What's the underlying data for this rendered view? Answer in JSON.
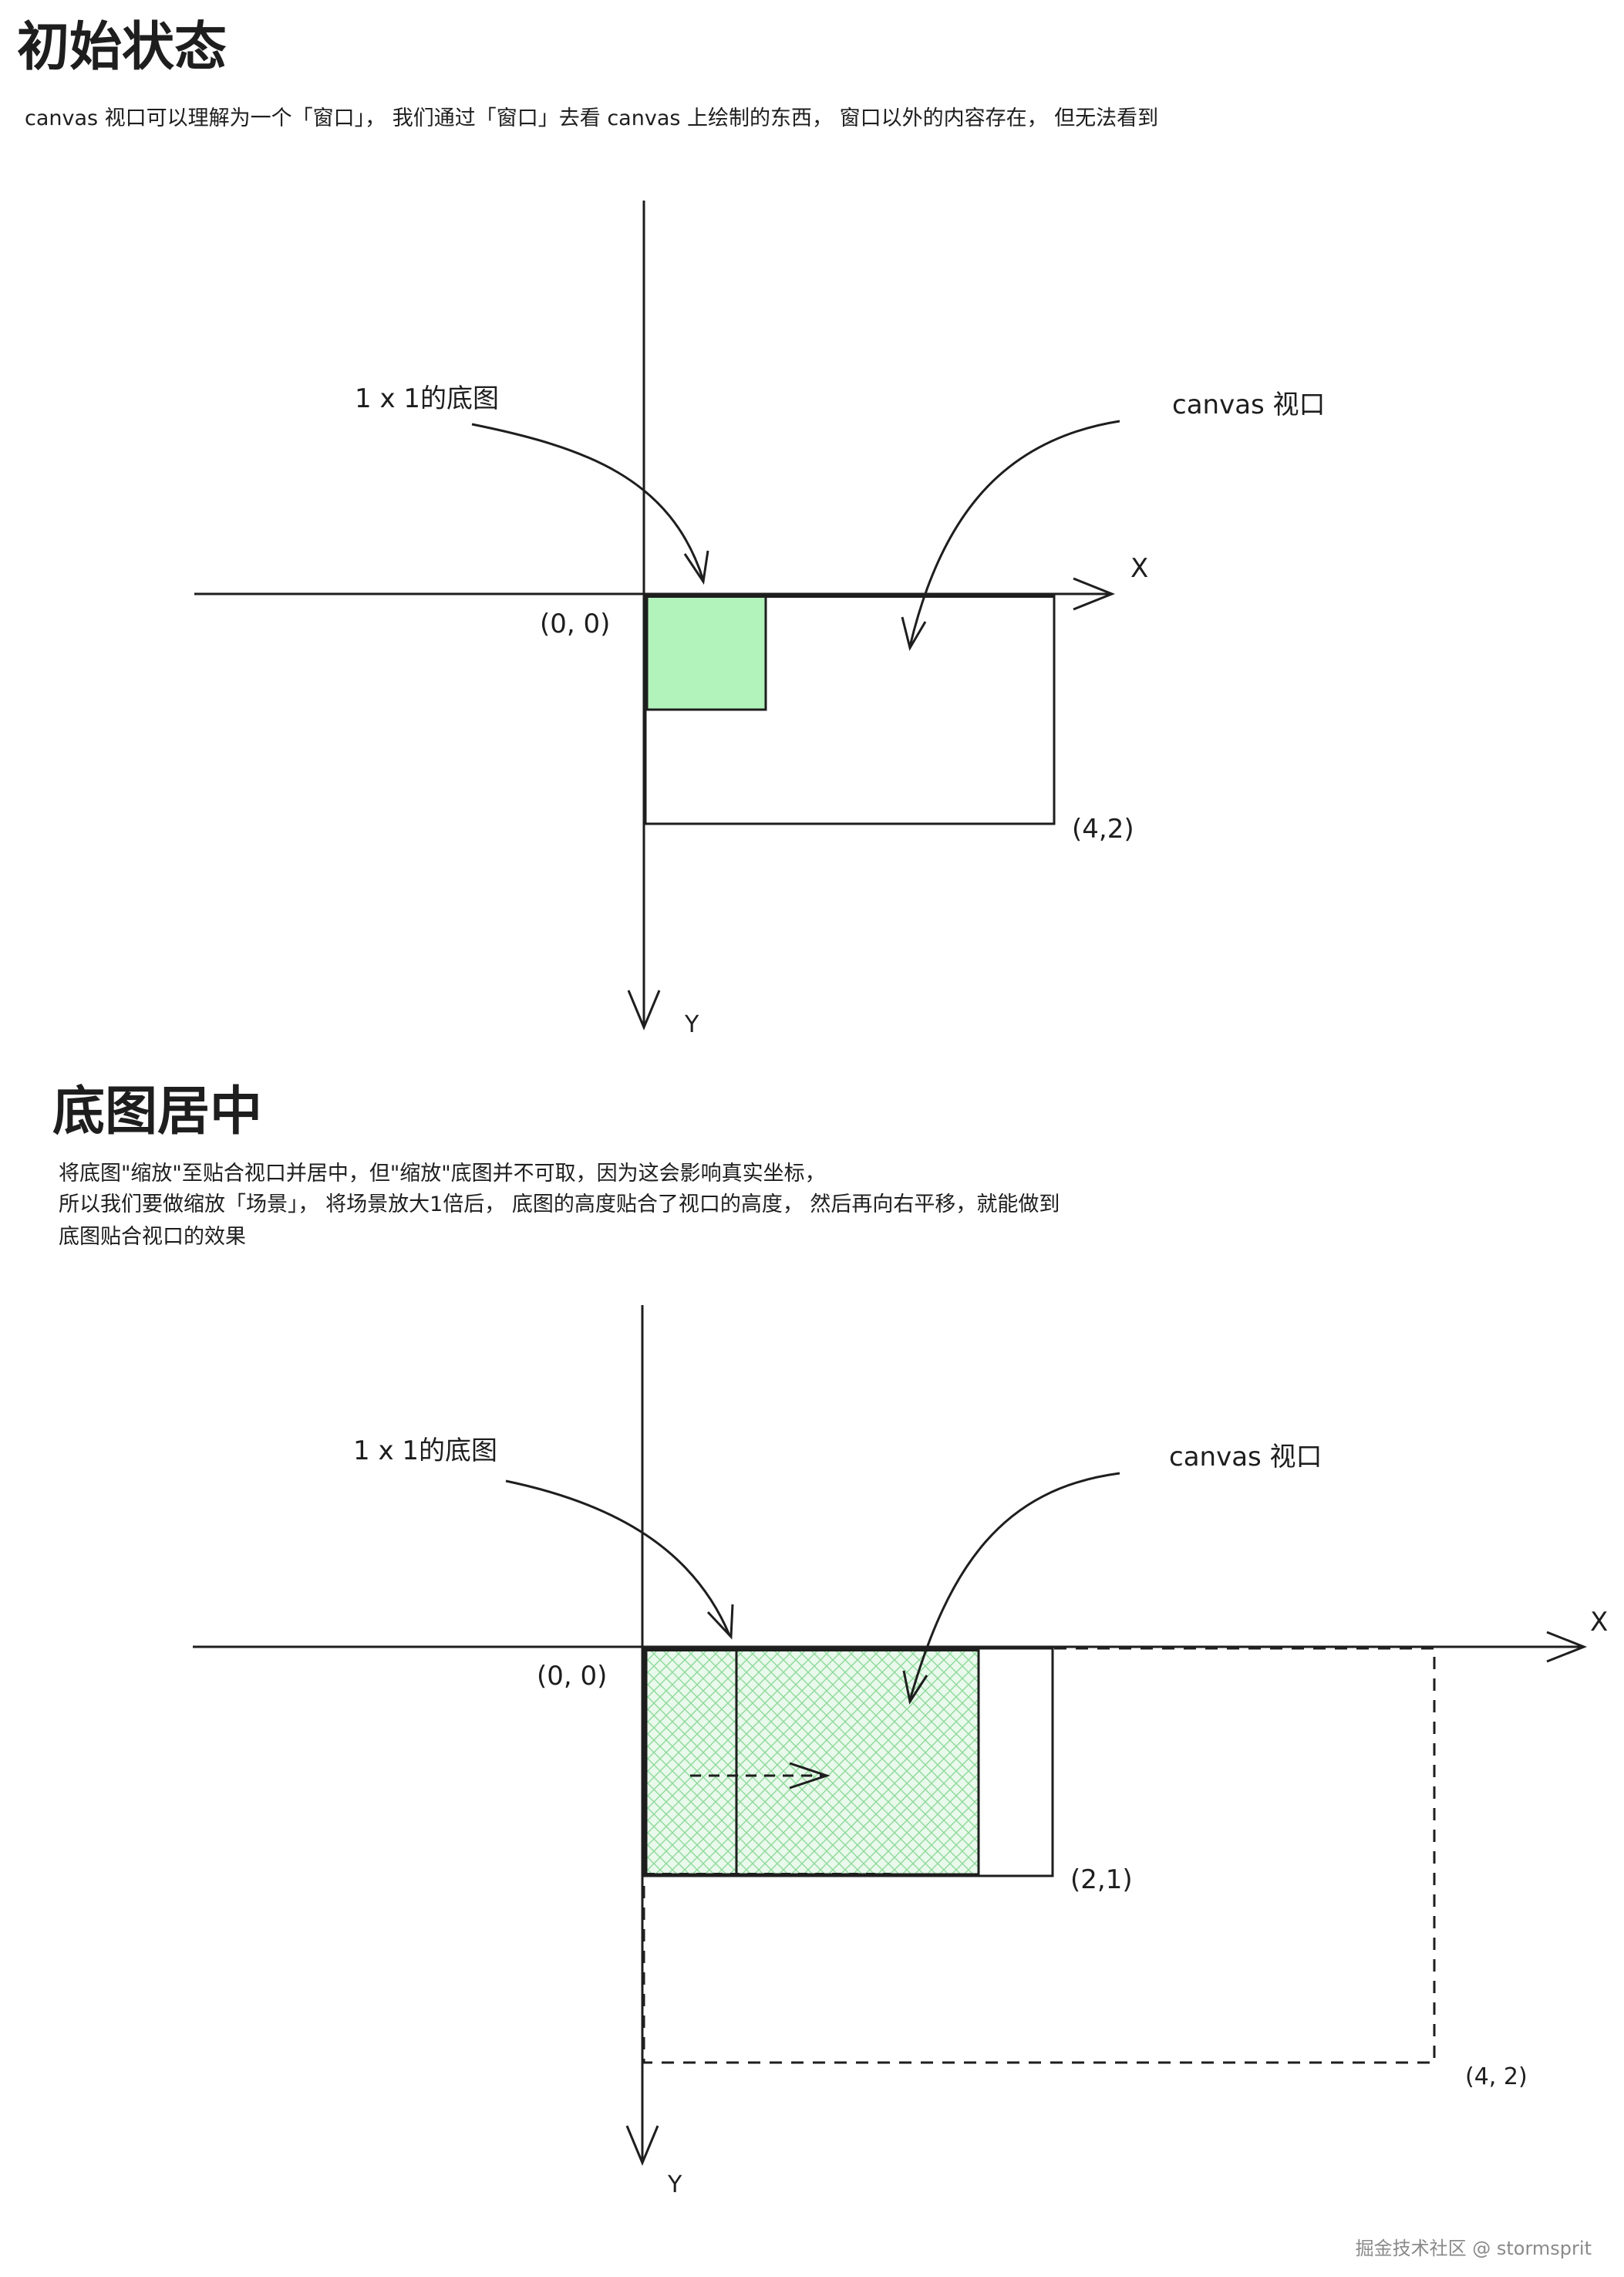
{
  "section1": {
    "title": "初始状态",
    "description": "canvas 视口可以理解为一个「窗口」， 我们通过「窗口」去看 canvas 上绘制的东西， 窗口以外的内容存在， 但无法看到",
    "labels": {
      "base_image": "1 x 1的底图",
      "viewport": "canvas 视口",
      "origin": "(0, 0)",
      "corner": "(4,2)",
      "x_axis": "X",
      "y_axis": "Y"
    }
  },
  "section2": {
    "title": "底图居中",
    "description_lines": [
      "将底图\"缩放\"至贴合视口并居中，但\"缩放\"底图并不可取，因为这会影响真实坐标，",
      " 所以我们要做缩放「场景」， 将场景放大1倍后， 底图的高度贴合了视口的高度， 然后再向右平移，就能做到",
      "底图贴合视口的效果"
    ],
    "labels": {
      "base_image": "1 x 1的底图",
      "viewport": "canvas 视口",
      "origin": "(0, 0)",
      "viewport_corner": "(2,1)",
      "scene_corner": "(4, 2)",
      "x_axis": "X",
      "y_axis": "Y"
    }
  },
  "colors": {
    "base_fill": "#b2f2bb",
    "base_stroke": "#1e1e1e",
    "hatch": "#8fd99a",
    "stroke": "#1e1e1e"
  },
  "watermark": "掘金技术社区 @ stormsprit"
}
